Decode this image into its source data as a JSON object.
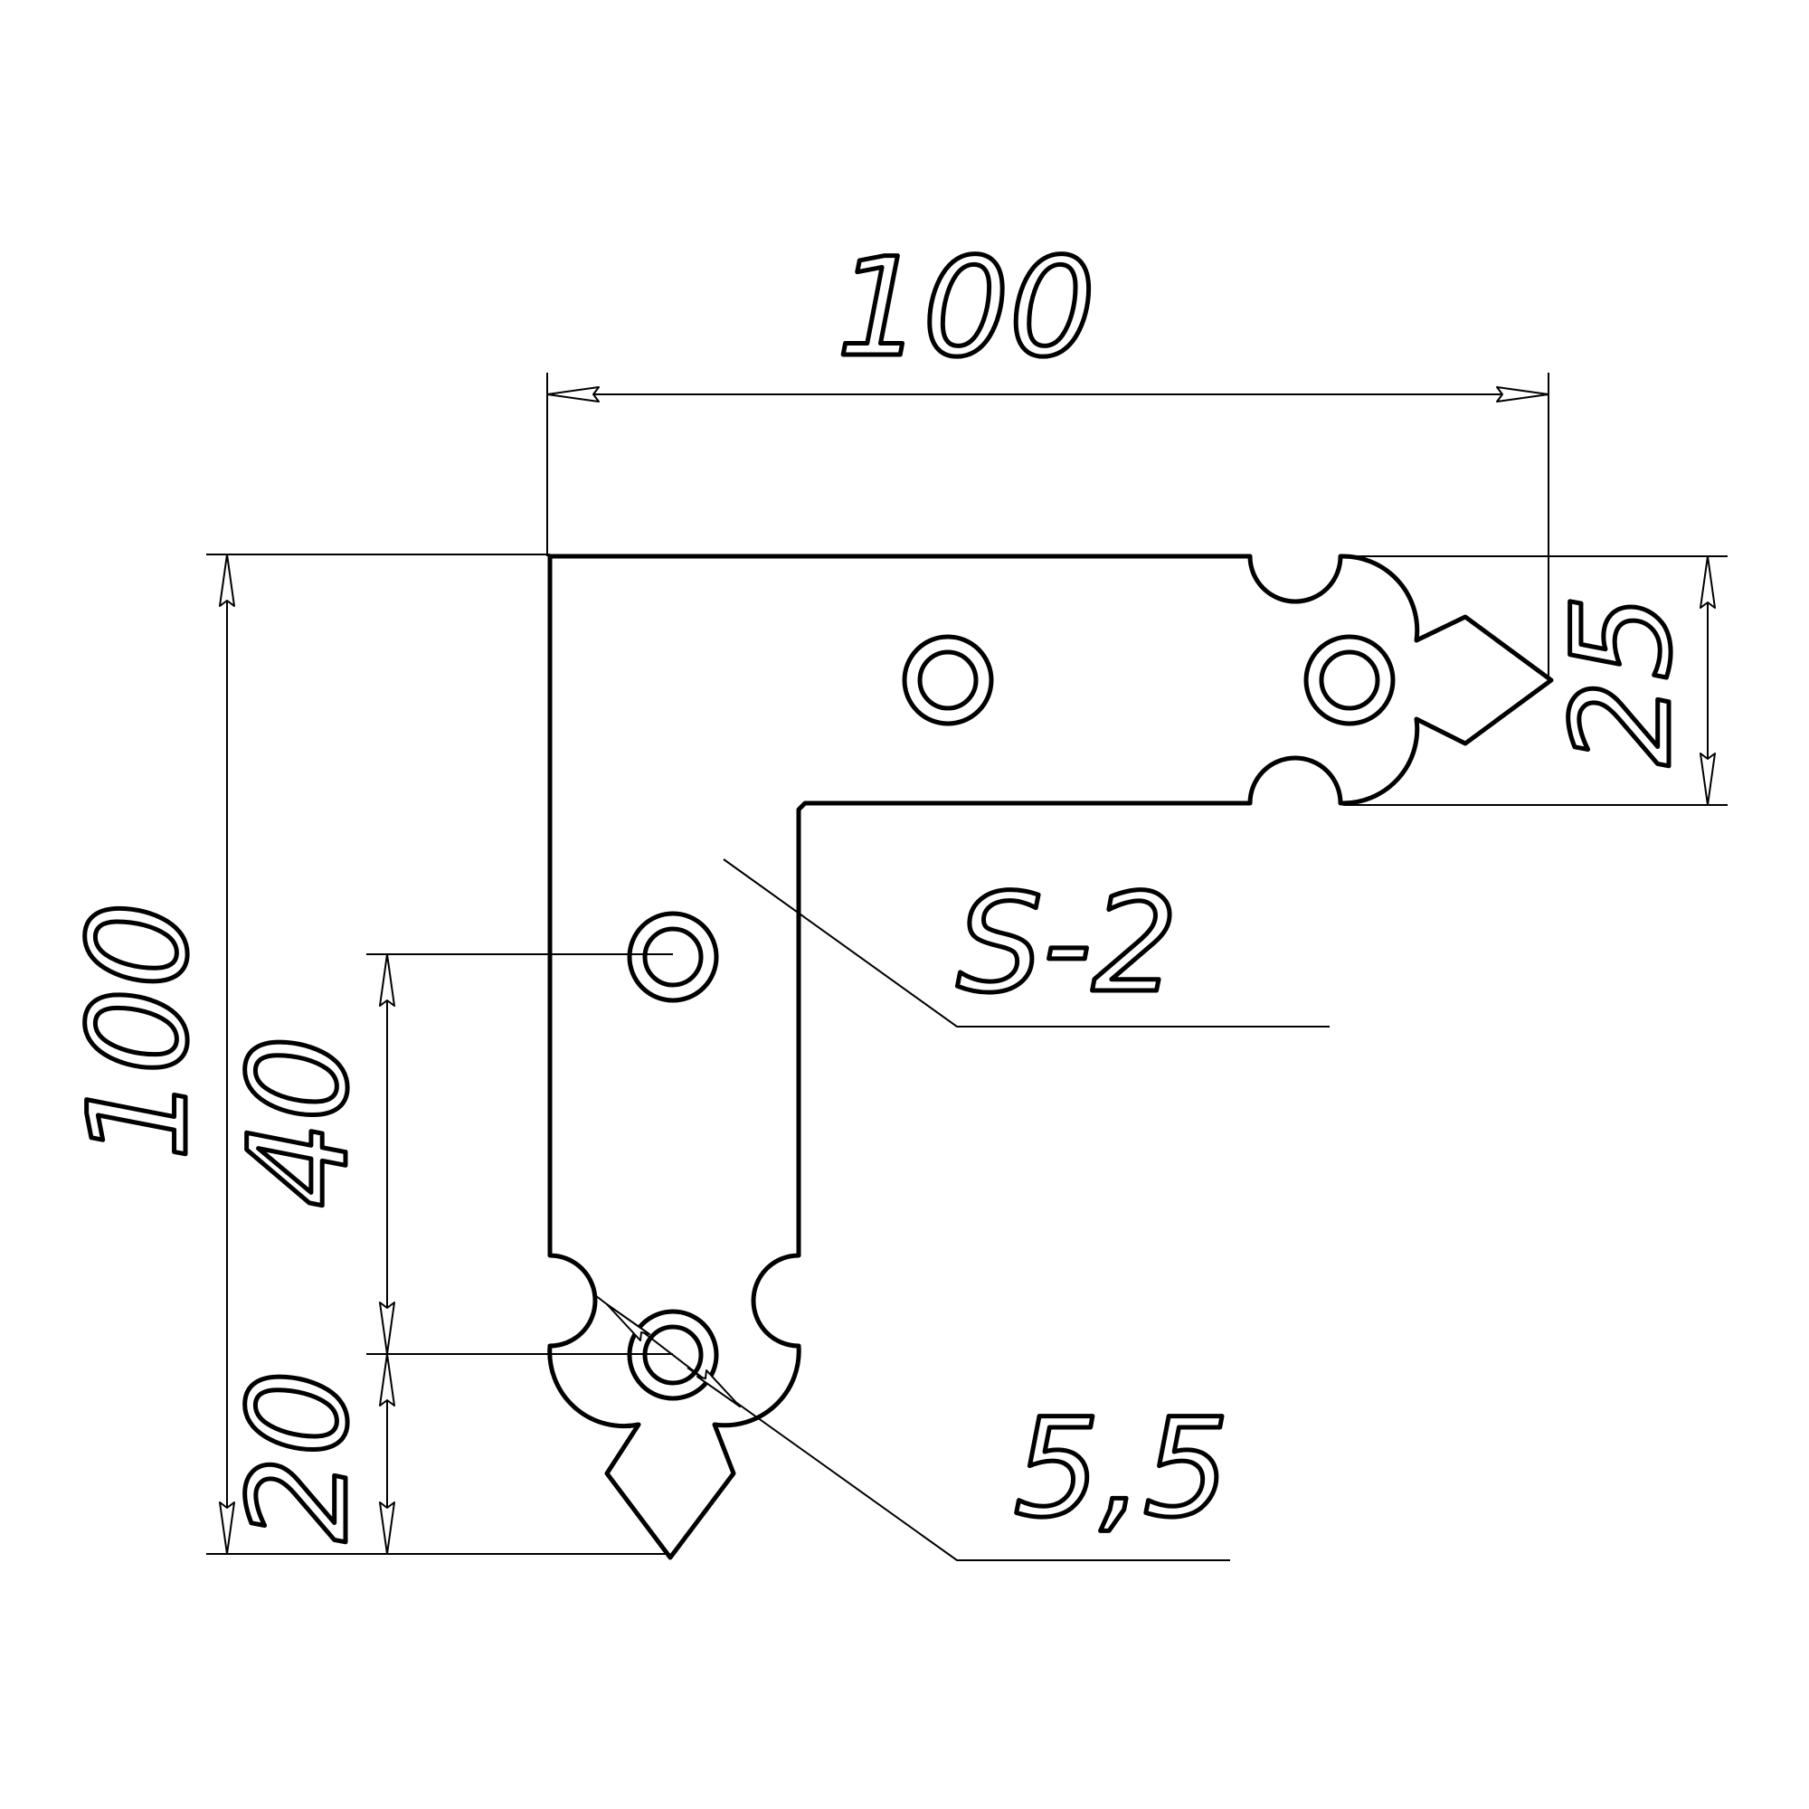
{
  "dimensions": {
    "width_top": "100",
    "arm_width_right": "25",
    "height_left": "100",
    "hole_spacing": "40",
    "tip_distance": "20",
    "thickness_note": "S-2",
    "hole_diameter": "5,5"
  }
}
